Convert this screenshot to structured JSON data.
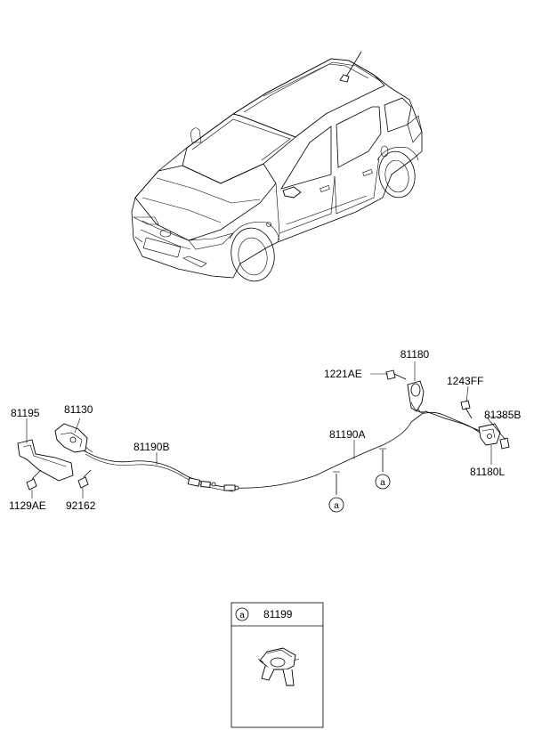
{
  "labels": {
    "p81180": "81180",
    "p1221AE": "1221AE",
    "p1243FF": "1243FF",
    "p81385B": "81385B",
    "p81180L": "81180L",
    "p81195": "81195",
    "p81130": "81130",
    "p81190B": "81190B",
    "p81190A": "81190A",
    "p1129AE": "1129AE",
    "p92162": "92162"
  },
  "callout": {
    "marker": "a"
  },
  "inset": {
    "marker": "a",
    "part_number": "81199"
  }
}
